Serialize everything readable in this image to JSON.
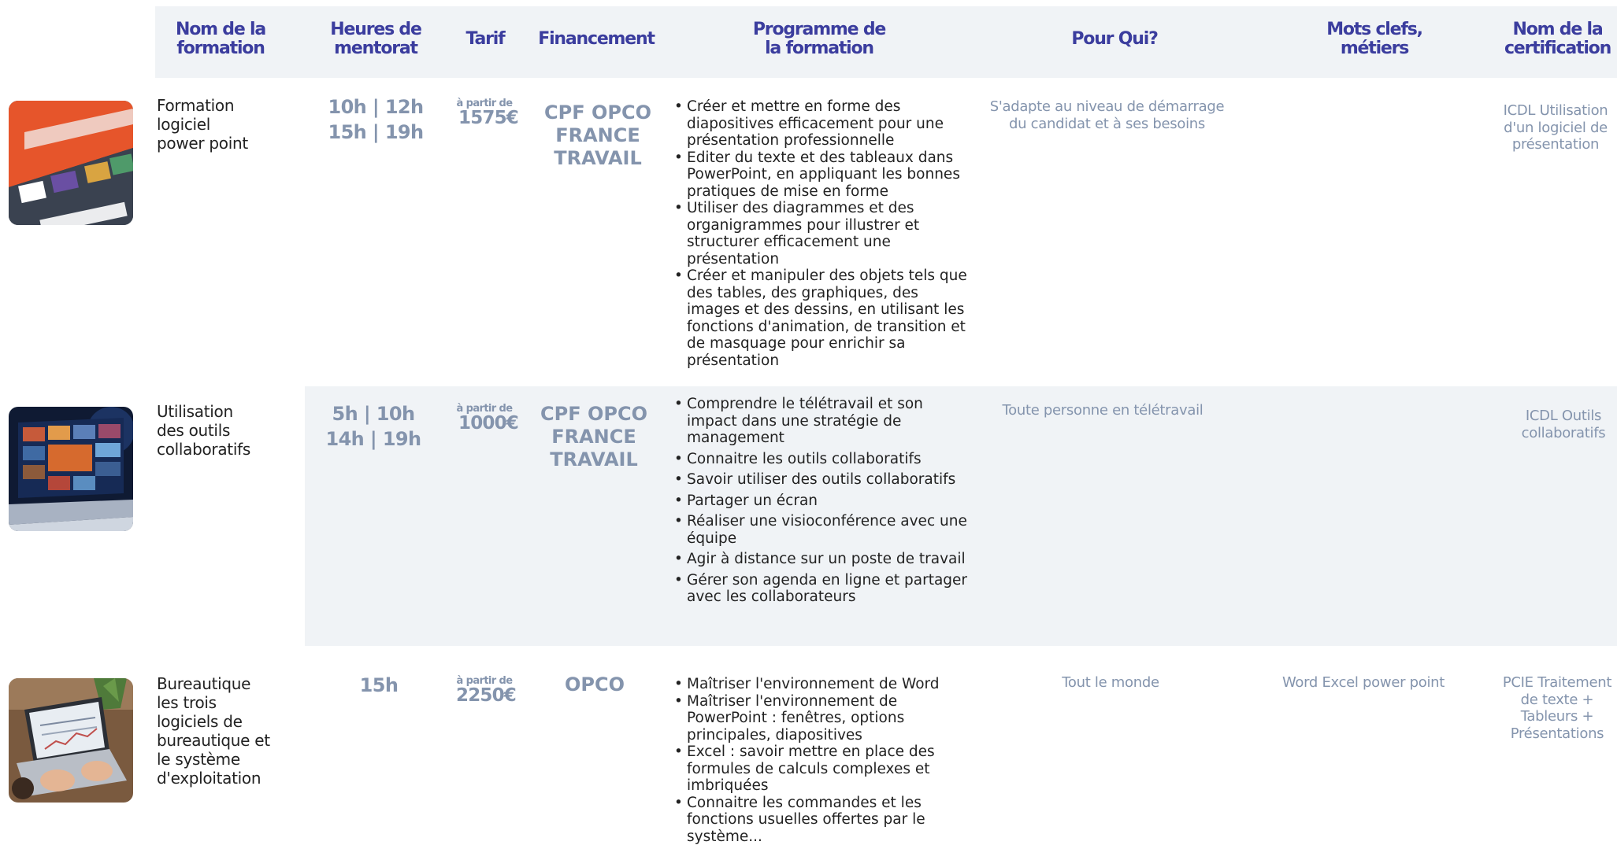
{
  "headers": {
    "nom": "Nom de la\nformation",
    "heures": "Heures de\nmentorat",
    "tarif": "Tarif",
    "financement": "Financement",
    "programme": "Programme de\nla formation",
    "pourqui": "Pour Qui?",
    "motsclefs": "Mots clefs,\nmétiers",
    "certification": "Nom de la\ncertification"
  },
  "rows": [
    {
      "image": "powerpoint-screen-photo",
      "name": "Formation\nlogiciel\npower point",
      "hours": [
        "10h | 12h",
        "15h | 19h"
      ],
      "tarif_prefix": "à partir de",
      "tarif": "1575€",
      "financement": [
        "CPF OPCO",
        "FRANCE",
        "TRAVAIL"
      ],
      "programme": [
        "Créer et mettre en forme des diapositives efficacement pour une présentation professionnelle",
        "Editer du texte et des tableaux dans PowerPoint, en appliquant les bonnes pratiques de mise en forme",
        "Utiliser des diagrammes et des organigrammes pour illustrer et structurer efficacement une présentation",
        "Créer et manipuler des objets tels que des tables, des graphiques, des images et des dessins, en utilisant les fonctions d'animation, de transition et de masquage pour enrichir sa présentation"
      ],
      "pourqui": "S'adapte au niveau de démarrage du candidat et à ses besoins",
      "motsclefs": "",
      "certification": "ICDL Utilisation d'un logiciel de présentation"
    },
    {
      "image": "laptop-video-grid-photo",
      "name": "Utilisation\ndes outils\ncollaboratifs",
      "hours": [
        "5h | 10h",
        "14h | 19h"
      ],
      "tarif_prefix": "à partir de",
      "tarif": "1000€",
      "financement": [
        "CPF OPCO",
        "FRANCE",
        "TRAVAIL"
      ],
      "programme": [
        "Comprendre le télétravail et son impact dans une stratégie de management",
        "Connaitre les outils collaboratifs",
        "Savoir utiliser des outils collaboratifs",
        "Partager un écran",
        "Réaliser une visioconférence avec une équipe",
        "Agir à distance sur un poste de travail",
        "Gérer son agenda en ligne et partager avec les collaborateurs"
      ],
      "pourqui": "Toute personne en télétravail",
      "motsclefs": "",
      "certification": "ICDL Outils collaboratifs"
    },
    {
      "image": "hands-on-laptop-photo",
      "name": "Bureautique\nles trois\nlogiciels   de\nbureautique et\nle système\nd'exploitation",
      "hours": [
        "15h"
      ],
      "tarif_prefix": "à partir de",
      "tarif": "2250€",
      "financement": [
        "OPCO"
      ],
      "programme": [
        "Maîtriser l'environnement de Word",
        "Maîtriser l'environnement de PowerPoint :  fenêtres, options principales,  diapositives",
        "Excel : savoir mettre en place des formules de calculs complexes et imbriquées",
        "Connaitre les commandes et les fonctions  usuelles offertes par le système..."
      ],
      "pourqui": "Tout le monde",
      "motsclefs": "Word Excel power point",
      "certification": "PCIE Traitement de texte + Tableurs + Présentations"
    }
  ],
  "colors": {
    "header_text": "#3b3d9e",
    "muted_text": "#8494ad",
    "band": "#f0f3f6"
  }
}
